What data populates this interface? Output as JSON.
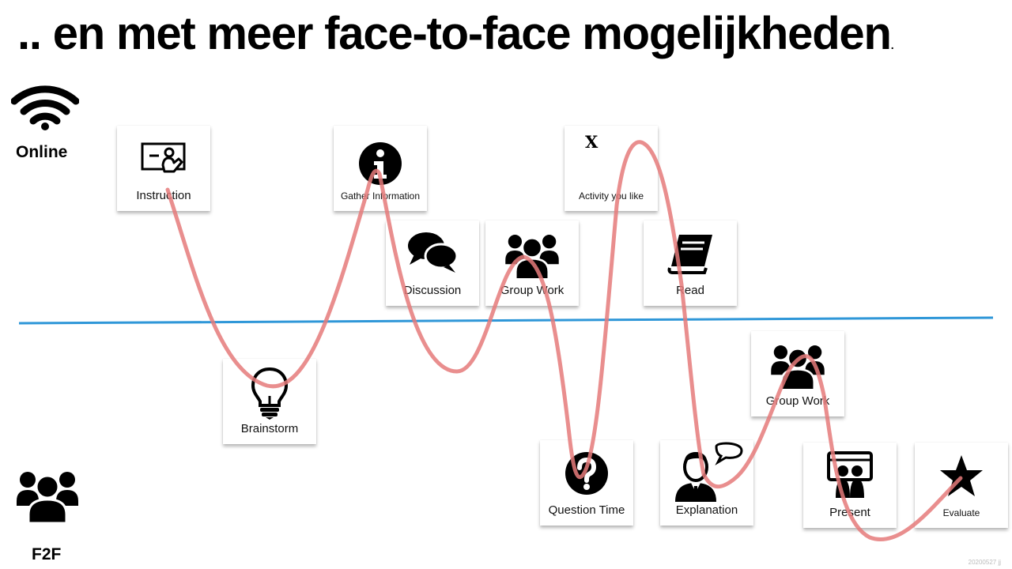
{
  "title": ".. en met meer face-to-face mogelijkheden",
  "title_period": ".",
  "labels": {
    "online": "Online",
    "f2f": "F2F"
  },
  "icons": {
    "online": "wifi-icon",
    "f2f": "group-icon"
  },
  "cards": [
    {
      "id": "instruction",
      "label": "Instruction",
      "icon": "presentation-icon",
      "zone": "online"
    },
    {
      "id": "brainstorm",
      "label": "Brainstorm",
      "icon": "lightbulb-icon",
      "zone": "f2f"
    },
    {
      "id": "gather-information",
      "label": "Gather Information",
      "icon": "info-icon",
      "zone": "online"
    },
    {
      "id": "discussion",
      "label": "Discussion",
      "icon": "chat-bubbles-icon",
      "zone": "online"
    },
    {
      "id": "group-work-online",
      "label": "Group Work",
      "icon": "group-icon",
      "zone": "online"
    },
    {
      "id": "activity-you-like",
      "label": "Activity you like",
      "icon": "x-icon",
      "icon_text": "X",
      "zone": "online"
    },
    {
      "id": "read",
      "label": "Read",
      "icon": "book-icon",
      "zone": "online"
    },
    {
      "id": "question-time",
      "label": "Question Time",
      "icon": "question-icon",
      "zone": "f2f"
    },
    {
      "id": "explanation",
      "label": "Explanation",
      "icon": "speaker-icon",
      "zone": "f2f"
    },
    {
      "id": "group-work-f2f",
      "label": "Group Work",
      "icon": "group-icon",
      "zone": "f2f"
    },
    {
      "id": "present",
      "label": "Present",
      "icon": "present-icon",
      "zone": "f2f"
    },
    {
      "id": "evaluate",
      "label": "Evaluate",
      "icon": "star-icon",
      "zone": "f2f"
    }
  ],
  "colors": {
    "divider": "#2f97d8",
    "path": "#e57a7a"
  },
  "footnote": "20200527 jj"
}
